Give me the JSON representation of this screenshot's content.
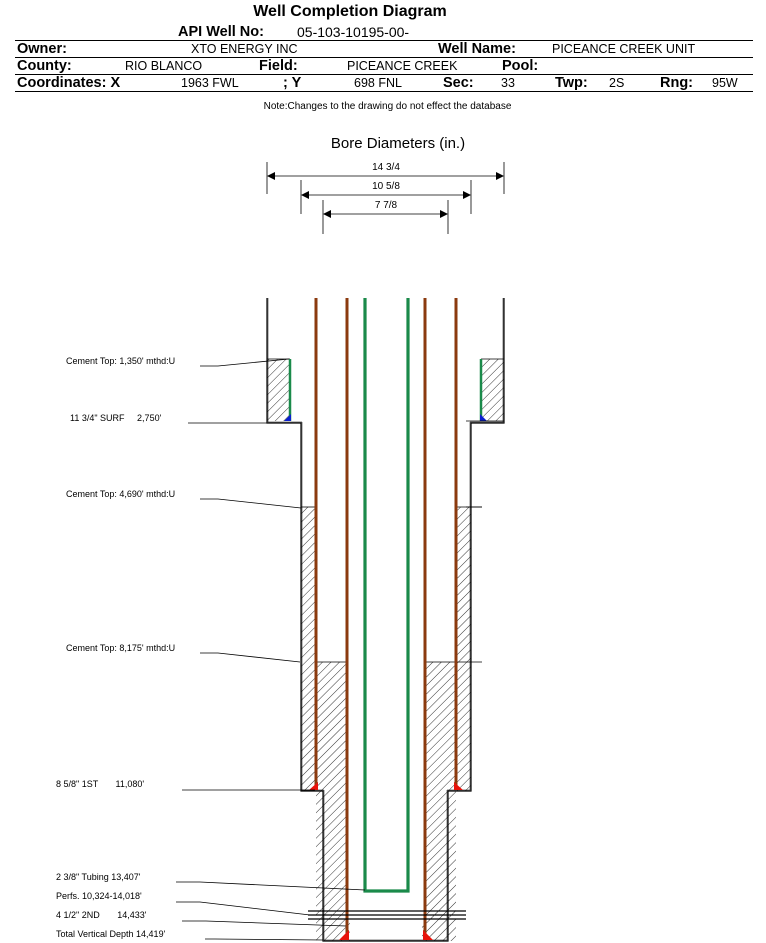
{
  "header": {
    "title": "Well Completion Diagram",
    "api_label": "API Well No:",
    "api_value": "05-103-10195-00-",
    "owner_label": "Owner:",
    "owner_value": "XTO ENERGY INC",
    "well_name_label": "Well Name:",
    "well_name_value": "PICEANCE CREEK UNIT",
    "county_label": "County:",
    "county_value": "RIO BLANCO",
    "field_label": "Field:",
    "field_value": "PICEANCE CREEK",
    "pool_label": "Pool:",
    "pool_value": "",
    "coord_label": "Coordinates: X",
    "x_value": "1963 FWL",
    "y_label": "; Y",
    "y_value": "698 FNL",
    "sec_label": "Sec:",
    "sec_value": "33",
    "twp_label": "Twp:",
    "twp_value": "2S",
    "rng_label": "Rng:",
    "rng_value": "95W",
    "note": "Note:Changes to the drawing do not effect the database"
  },
  "diagram": {
    "bore_title": "Bore Diameters (in.)",
    "bore_diameters": [
      "14 3/4",
      "10 5/8",
      "7 7/8"
    ],
    "annotations": [
      "Cement Top: 1,350' mthd:U",
      "11 3/4\" SURF     2,750'",
      "Cement Top: 4,690' mthd:U",
      "Cement Top: 8,175' mthd:U",
      "8 5/8\" 1ST       11,080'",
      "2 3/8\" Tubing 13,407'",
      "Perfs. 10,324-14,018'",
      "4 1/2\" 2ND       14,433'",
      "Total Vertical Depth 14,419'"
    ],
    "colors": {
      "casing": "#8b3a0e",
      "tubing": "#1a8a4a",
      "shoe": "#e8130b",
      "cement_shoe": "#0a1fd0",
      "outline": "#000000"
    }
  }
}
